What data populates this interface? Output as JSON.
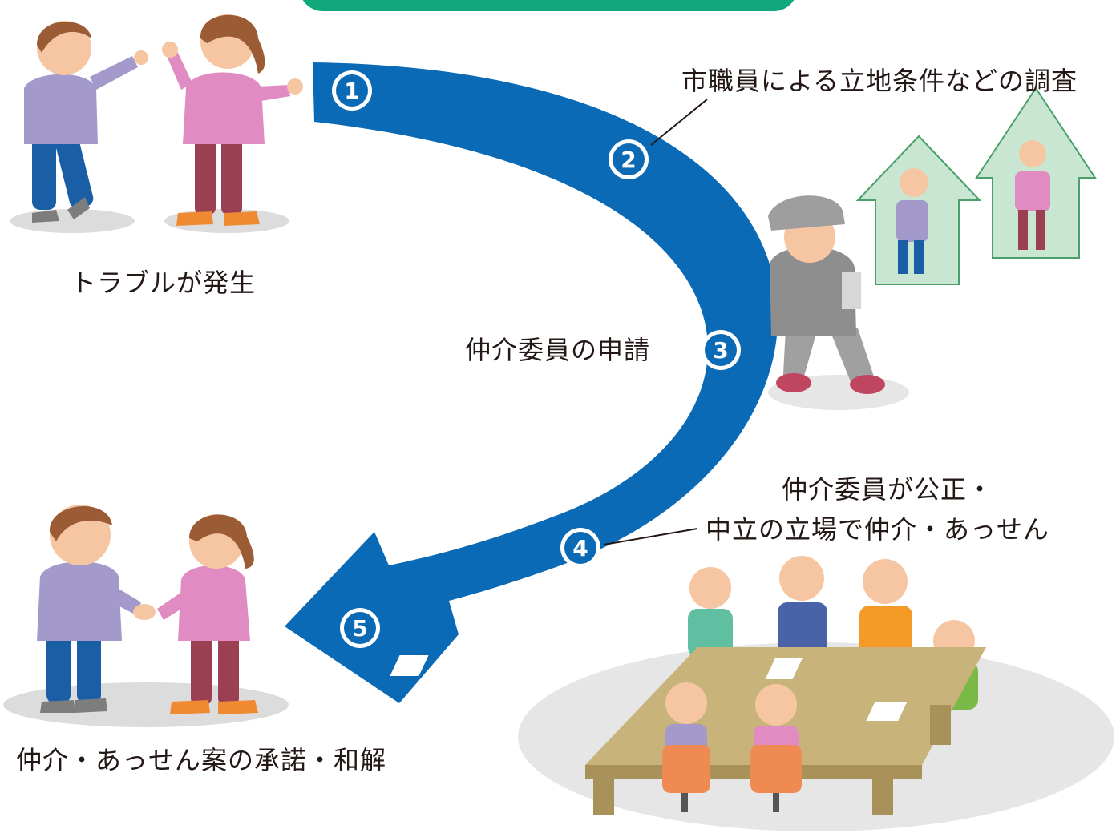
{
  "banner": {
    "title": ""
  },
  "labels": {
    "trouble": "トラブルが発生",
    "survey": "市職員による立地条件などの調査",
    "apply": "仲介委員の申請",
    "mediation_line1": "仲介委員が公正・",
    "mediation_line2": "中立の立場で仲介・あっせん",
    "settlement": "仲介・あっせん案の承諾・和解"
  },
  "steps": [
    "1",
    "2",
    "3",
    "4",
    "5"
  ],
  "colors": {
    "arrow": "#0a6ab6",
    "banner": "#10a77a",
    "house": "#c9e6d2",
    "table": "#c8b37a",
    "floor": "#e6e6e6"
  },
  "icons": [
    "arguing-man",
    "arguing-woman",
    "city-staff-walking",
    "house",
    "meeting-table",
    "handshake-man",
    "handshake-woman"
  ]
}
